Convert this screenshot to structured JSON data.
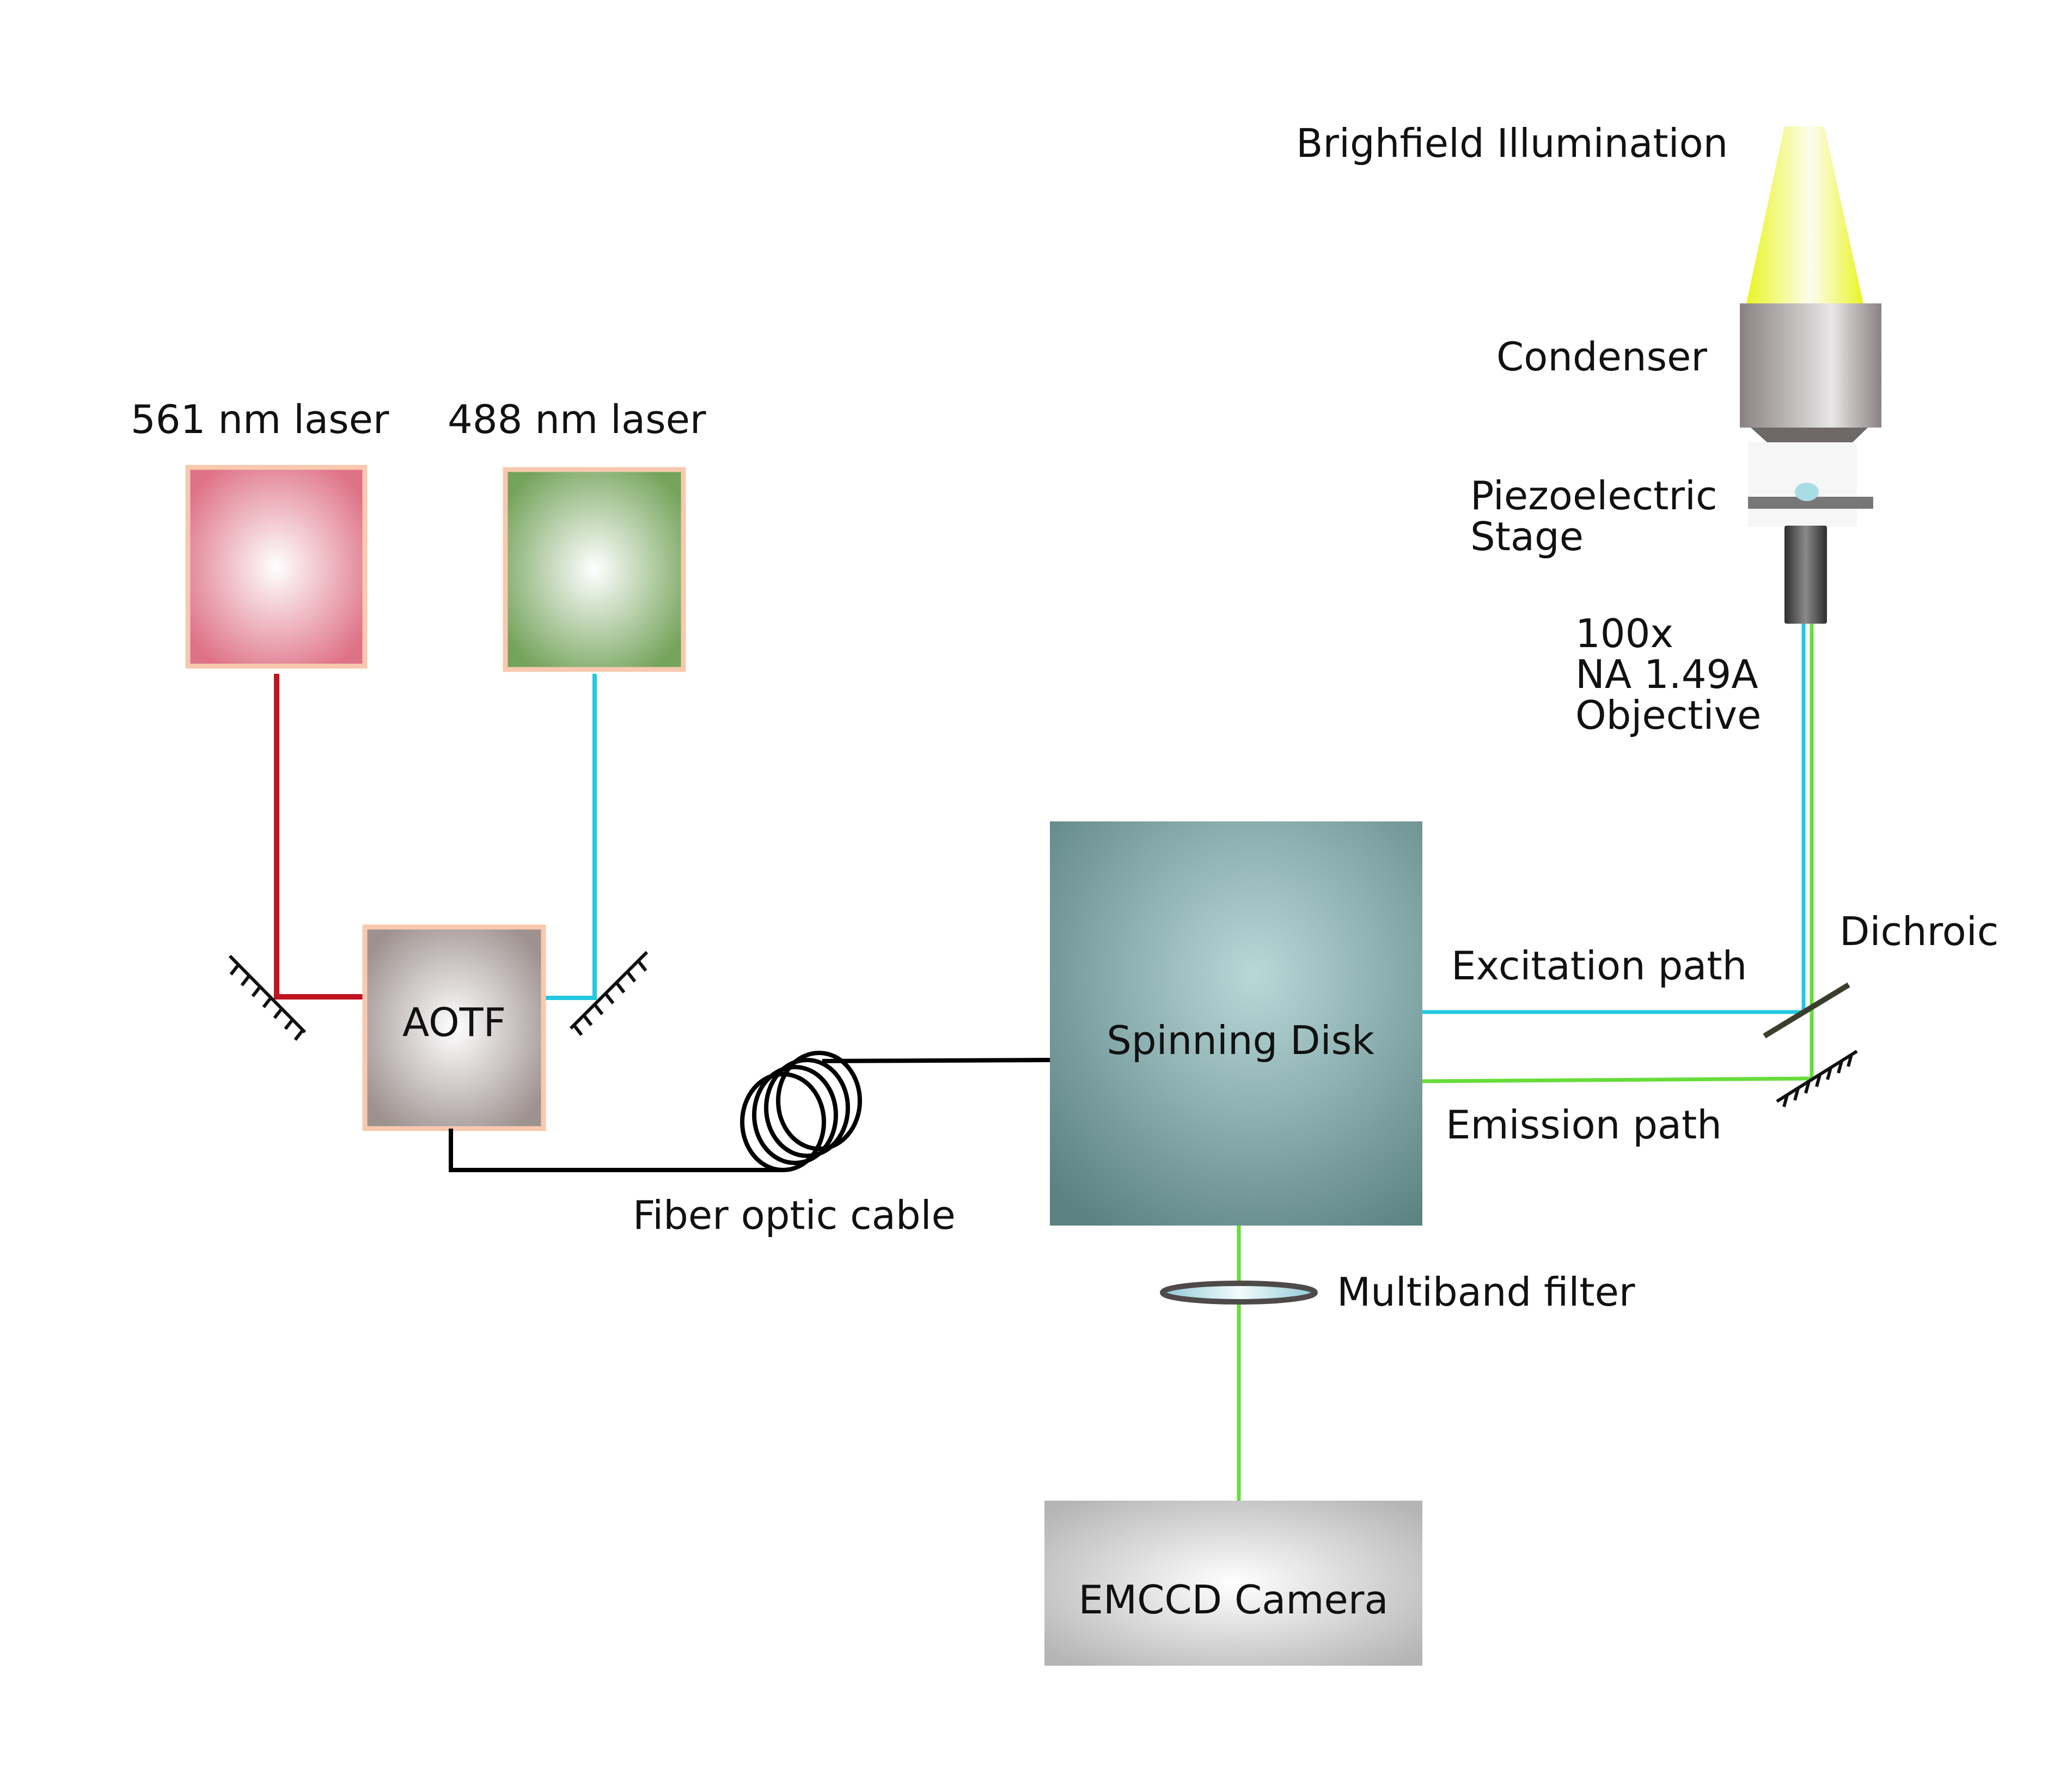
{
  "labels": {
    "brightfield": "Brighfield Illumination",
    "condenser": "Condenser",
    "stage_line1": "Piezoelectric",
    "stage_line2": "Stage",
    "objective_line1": "100x",
    "objective_line2": "NA 1.49A",
    "objective_line3": "Objective",
    "laser_561": "561 nm laser",
    "laser_488": "488 nm laser",
    "aotf": "AOTF",
    "fiber": "Fiber optic cable",
    "spinning_disk": "Spinning Disk",
    "excitation": "Excitation path",
    "emission": "Emission path",
    "dichroic": "Dichroic",
    "multiband": "Multiband filter",
    "camera": "EMCCD Camera"
  },
  "colors": {
    "red_laser_beam": "#c0131f",
    "blue_laser_beam": "#22c9e0",
    "emission_beam": "#66dd3a",
    "box_border": "#f8c9ae",
    "brightfield_light": "#eef230",
    "spinning_disk": "#5f8585",
    "camera": "#bdbdbd"
  }
}
